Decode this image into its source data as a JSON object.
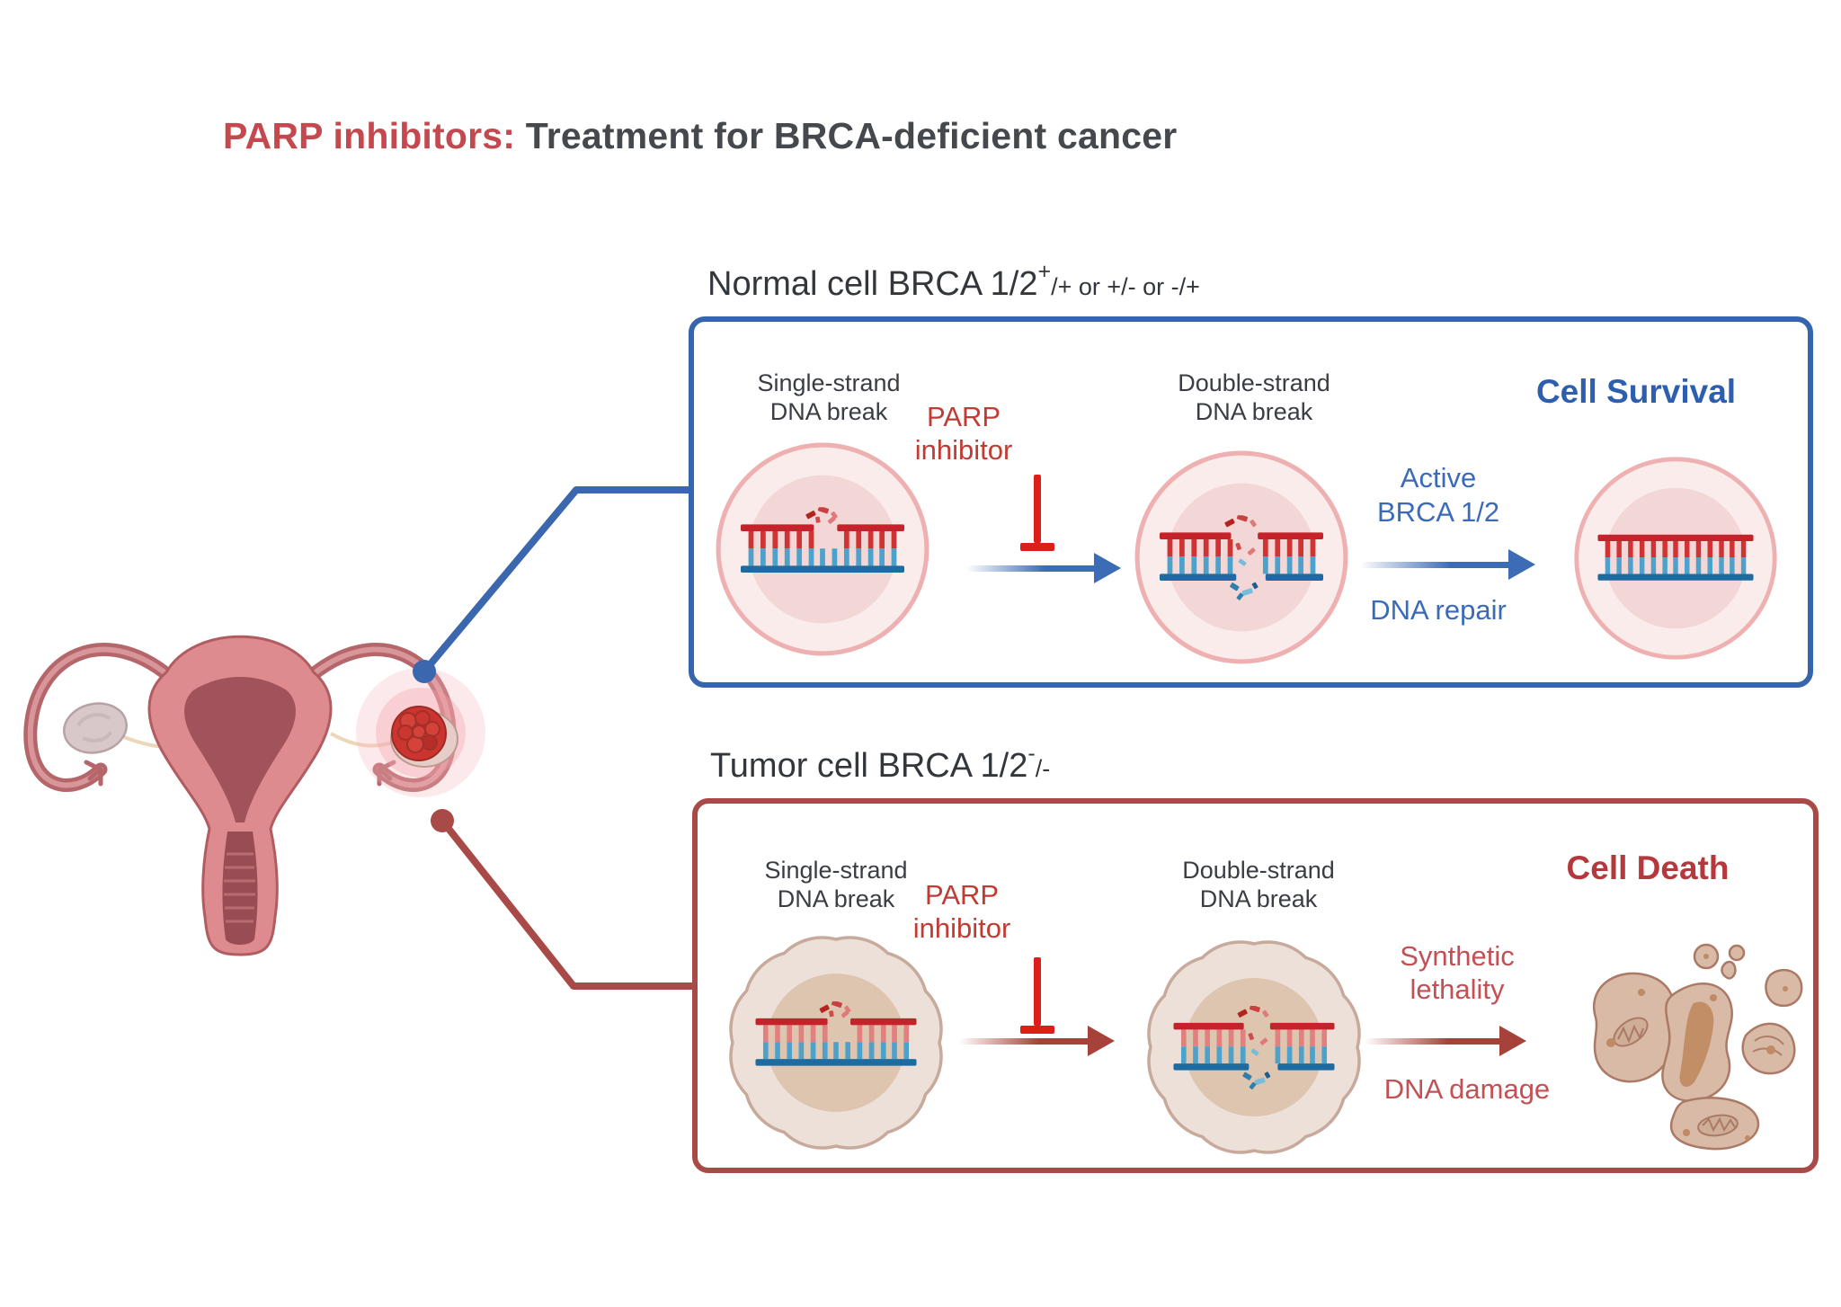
{
  "title": {
    "highlight": "PARP inhibitors:",
    "rest": " Treatment for BRCA-deficient cancer"
  },
  "panels": {
    "normal": {
      "heading": {
        "base": "Normal cell BRCA 1/2",
        "sup": "+",
        "tail": "/+ or +/- or -/+"
      },
      "labels": {
        "single_strand_1": "Single-strand",
        "single_strand_2": "DNA break",
        "parp_1": "PARP",
        "parp_2": "inhibitor",
        "double_strand_1": "Double-strand",
        "double_strand_2": "DNA break",
        "mechanism_1": "Active",
        "mechanism_2": "BRCA 1/2",
        "mechanism_3": "DNA repair",
        "outcome": "Cell Survival"
      }
    },
    "tumor": {
      "heading": {
        "base": "Tumor cell BRCA 1/2",
        "sup": "-",
        "tail": "/-"
      },
      "labels": {
        "single_strand_1": "Single-strand",
        "single_strand_2": "DNA break",
        "parp_1": "PARP",
        "parp_2": "inhibitor",
        "double_strand_1": "Double-strand",
        "double_strand_2": "DNA break",
        "mechanism_1": "Synthetic",
        "mechanism_2": "lethality",
        "mechanism_3": "DNA damage",
        "outcome": "Cell Death"
      }
    }
  },
  "colors": {
    "title_red": "#c4494f",
    "title_dark": "#45484d",
    "normal_panel_border": "#3465ad",
    "tumor_panel_border": "#a84b48",
    "outcome_survival_blue": "#2e5fae",
    "outcome_death_red": "#b5383d",
    "mechanism_blue": "#3a6ab8",
    "mechanism_red": "#c25055",
    "parp_text_red": "#c23b33",
    "inhibit_symbol_red": "#dc1f1a",
    "dna_top_rail": "#c5232b",
    "dna_bottom_rail": "#1e6ba0",
    "normal_cell_fill": "#fbecec",
    "tumor_cell_fill": "#ece0d8"
  }
}
